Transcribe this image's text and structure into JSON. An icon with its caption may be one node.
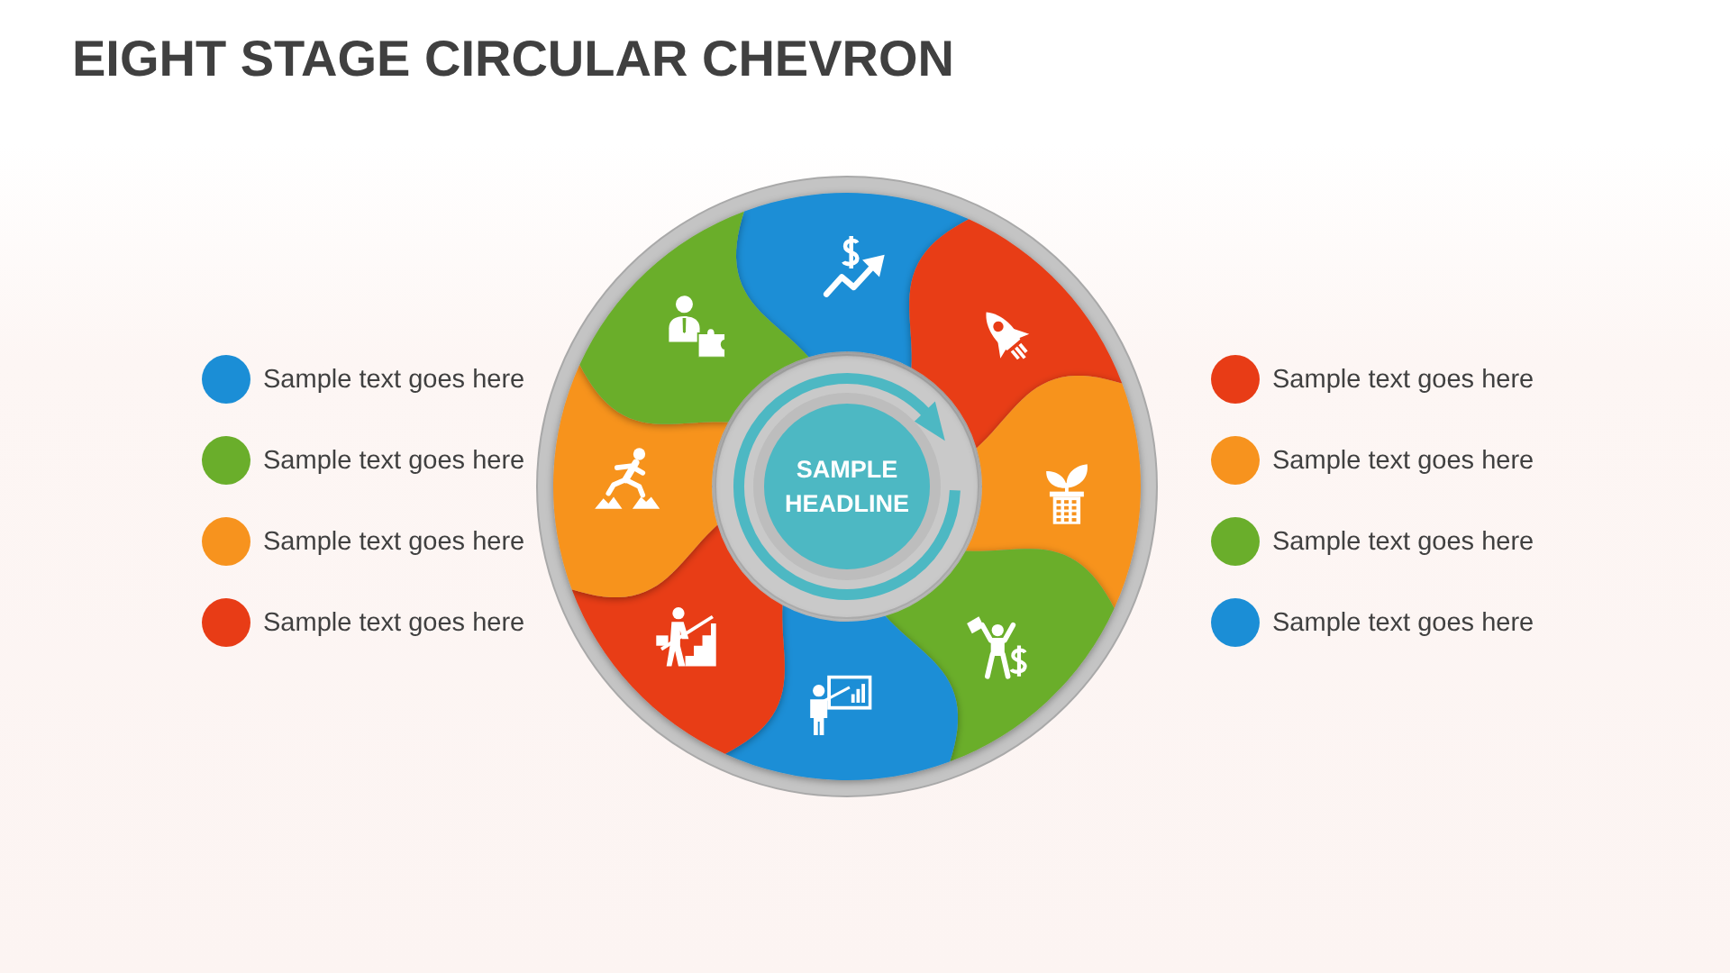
{
  "diagram": {
    "title": "EIGHT STAGE CIRCULAR CHEVRON",
    "nodes": [
      {
        "text": [
          "SAMPLE HEADLINE"
        ]
      },
      {
        "text": [],
        "shape": "chevron"
      },
      {
        "text": [],
        "shape": "chevron"
      },
      {
        "text": [],
        "shape": "chevron"
      },
      {
        "text": [],
        "shape": "chevron"
      },
      {
        "text": [],
        "shape": "chevron"
      },
      {
        "text": [],
        "shape": "chevron"
      },
      {
        "text": [],
        "shape": "chevron"
      },
      {
        "text": [],
        "shape": "chevron"
      }
    ],
    "legend": [
      {
        "text": "Sample text goes here",
        "color": "#1b8ed6"
      },
      {
        "text": "Sample text goes here",
        "color": "#6aae2b"
      },
      {
        "text": "Sample text goes here",
        "color": "#f7931e"
      },
      {
        "text": "Sample text goes here",
        "color": "#e83c16"
      },
      {
        "text": "Sample text goes here",
        "color": "#e83c16"
      },
      {
        "text": "Sample text goes here",
        "color": "#f7931e"
      },
      {
        "text": "Sample text goes here",
        "color": "#6aae2b"
      },
      {
        "text": "Sample text goes here",
        "color": "#1b8ed6"
      }
    ]
  }
}
